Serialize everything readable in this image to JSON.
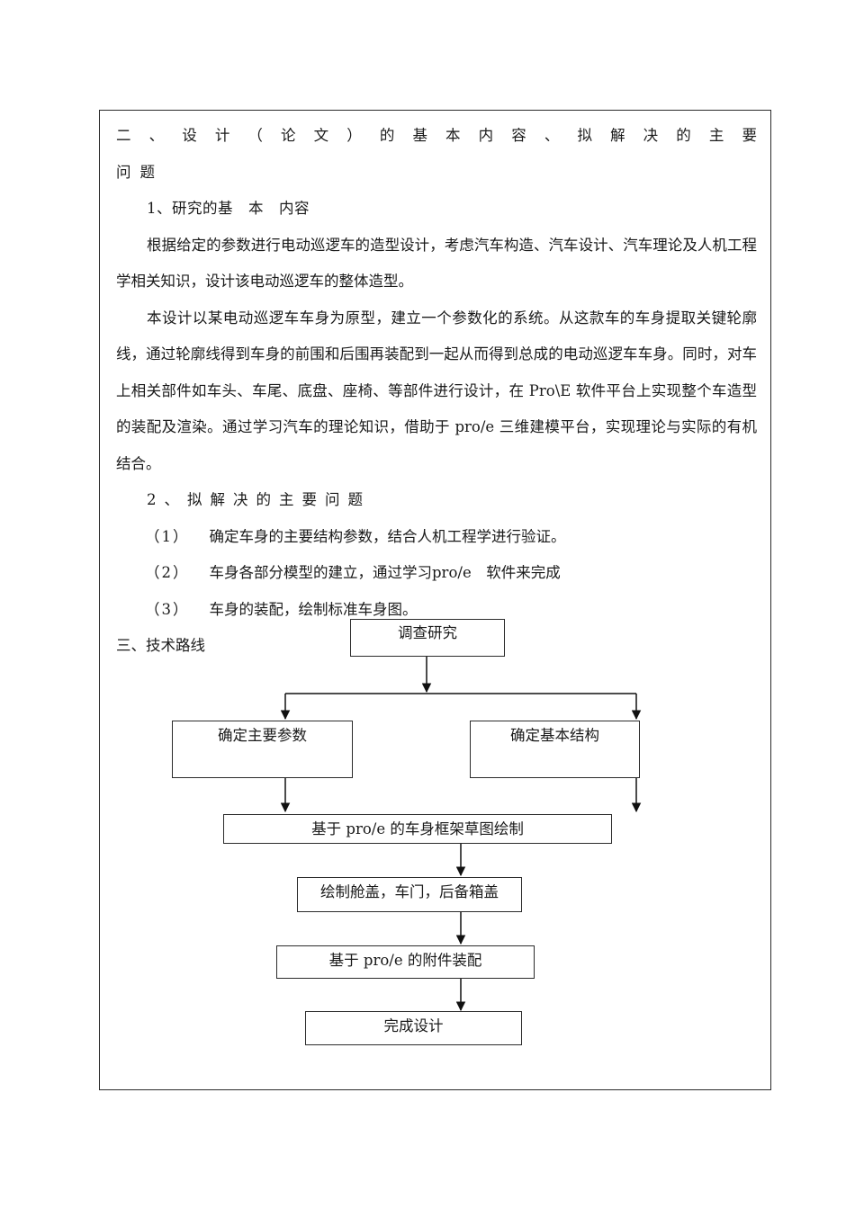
{
  "document": {
    "section_heading": {
      "line1": "二、设计（论文）的基本内容、拟解决的主要",
      "line2": "问题"
    },
    "subsection_1": "1、研究的基　本　内容",
    "paragraphs": [
      "根据给定的参数进行电动巡逻车的造型设计，考虑汽车构造、汽车设计、汽车理论及人机工程学相关知识，设计该电动巡逻车的整体造型。",
      "本设计以某电动巡逻车车身为原型，建立一个参数化的系统。从这款车的车身提取关键轮廓线，通过轮廓线得到车身的前围和后围再装配到一起从而得到总成的电动巡逻车车身。同时，对车上相关部件如车头、车尾、底盘、座椅、等部件进行设计，在 Pro\\E 软件平台上实现整个车造型的装配及渲染。通过学习汽车的理论知识，借助于 pro/e 三维建模平台，实现理论与实际的有机结合。"
    ],
    "subsection_2": "2、拟解决的主要问题",
    "list_items": [
      {
        "number": "（1）",
        "text": "确定车身的主要结构参数，结合人机工程学进行验证。"
      },
      {
        "number": "（2）",
        "text": "车身各部分模型的建立，通过学习pro/e　软件来完成"
      },
      {
        "number": "（3）",
        "text": "车身的装配，绘制标准车身图。"
      }
    ],
    "section_3_heading": "三、技术路线"
  },
  "flowchart": {
    "nodes": [
      {
        "id": "node-survey",
        "label": "调查研究"
      },
      {
        "id": "node-main-params",
        "label": "确定主要参数"
      },
      {
        "id": "node-basic-struct",
        "label": "确定基本结构"
      },
      {
        "id": "node-body-frame",
        "label": "基于 pro/e 的车身框架草图绘制"
      },
      {
        "id": "node-panels",
        "label": "绘制舱盖，车门，后备箱盖"
      },
      {
        "id": "node-accessory",
        "label": "基于 pro/e 的附件装配"
      },
      {
        "id": "node-finish",
        "label": "完成设计"
      }
    ]
  },
  "colors": {
    "page_background": "#ffffff",
    "border": "#2b2b2b",
    "text": "#1a1a1a"
  }
}
